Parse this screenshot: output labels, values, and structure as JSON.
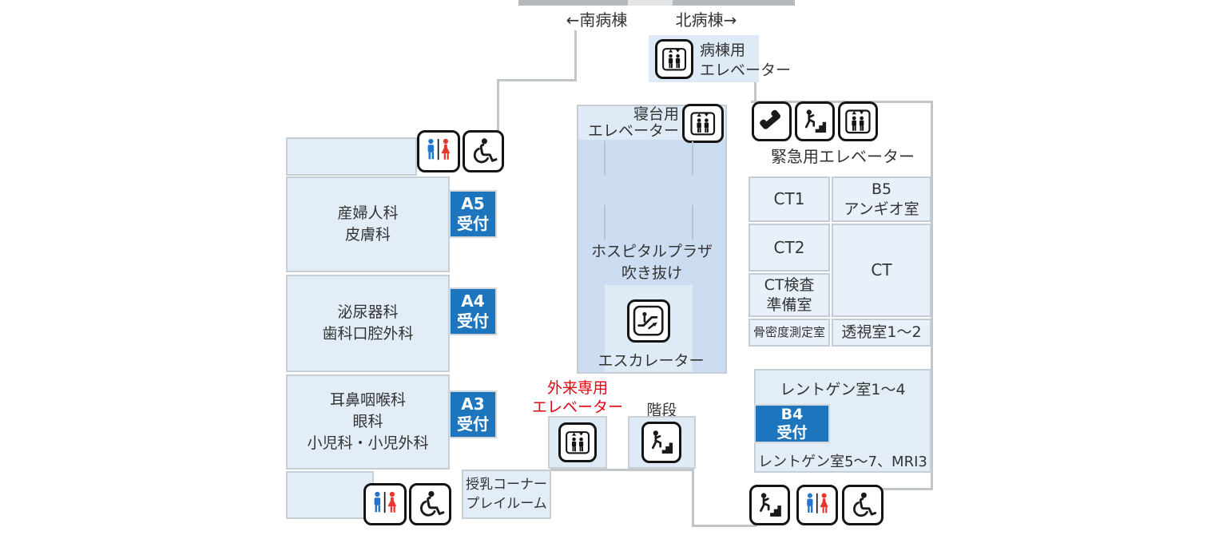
{
  "colors": {
    "reception_badge_blue": "#1d76bd",
    "room_fill": "#e2edf7",
    "atrium_fill": "#ccdcf1",
    "panel_fill": "#deebf7",
    "wall_gray": "#c3c6c8",
    "alert_red": "#e60012",
    "toilet_male_blue": "#2374cf",
    "toilet_female_red": "#e8362d"
  },
  "top": {
    "south_label": "←南病棟",
    "north_label": "北病棟→"
  },
  "ward_elevator": {
    "line1": "病棟用",
    "line2": "エレベーター"
  },
  "bed_elevator": {
    "line1": "寝台用",
    "line2": "エレベーター"
  },
  "emergency_elevator": {
    "label": "緊急用エレベーター"
  },
  "atrium": {
    "line1": "ホスピタルプラザ",
    "line2": "吹き抜け",
    "escalator_label": "エスカレーター"
  },
  "outpatient_elevator": {
    "line1": "外来専用",
    "line2": "エレベーター"
  },
  "stairs_label": "階段",
  "nursing": {
    "line1": "授乳コーナー",
    "line2": "プレイルーム"
  },
  "departments": {
    "a5": {
      "line1": "産婦人科",
      "line2": "皮膚科",
      "badge1": "A5",
      "badge2": "受付"
    },
    "a4": {
      "line1": "泌尿器科",
      "line2": "歯科口腔外科",
      "badge1": "A4",
      "badge2": "受付"
    },
    "a3": {
      "line1": "耳鼻咽喉科",
      "line2": "眼科",
      "line3": "小児科・小児外科",
      "badge1": "A3",
      "badge2": "受付"
    }
  },
  "radiology": {
    "ct1": "CT1",
    "b5_line1": "B5",
    "b5_line2": "アンギオ室",
    "ct2": "CT2",
    "ct": "CT",
    "ct_prep_line1": "CT検査",
    "ct_prep_line2": "準備室",
    "bone_density": "骨密度測定室",
    "fluoroscopy": "透視室1〜2",
    "xray_top": "レントゲン室1〜4",
    "b4_badge1": "B4",
    "b4_badge2": "受付",
    "xray_bottom": "レントゲン室5〜7、MRI3"
  },
  "icons": {
    "elevator": "elevator-icon",
    "restroom": "restroom-icon",
    "wheelchair": "wheelchair-icon",
    "phone": "phone-icon",
    "stairs": "stairs-icon",
    "escalator": "escalator-icon"
  }
}
